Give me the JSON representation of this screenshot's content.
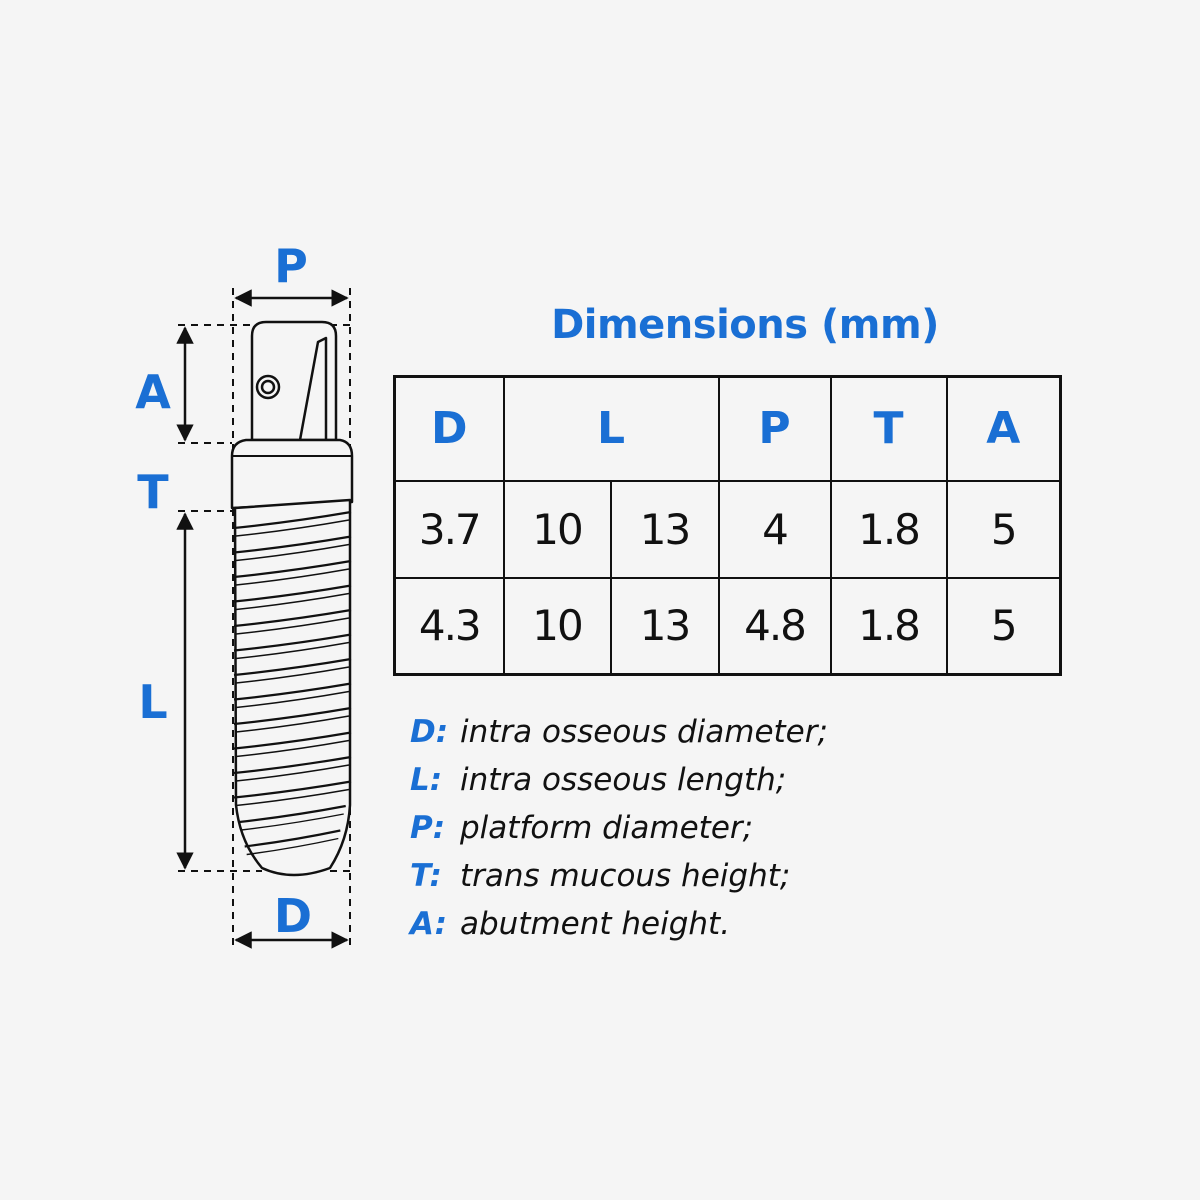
{
  "dimension_labels": {
    "platform": "P",
    "abutment": "A",
    "trans": "T",
    "length": "L",
    "diameter": "D"
  },
  "table": {
    "title": "Dimensions (mm)",
    "headers": [
      "D",
      "L",
      "P",
      "T",
      "A"
    ],
    "rows": [
      [
        "3.7",
        "10",
        "13",
        "4",
        "1.8",
        "5"
      ],
      [
        "4.3",
        "10",
        "13",
        "4.8",
        "1.8",
        "5"
      ]
    ]
  },
  "legend": [
    {
      "key": "D:",
      "text": "intra osseous diameter;"
    },
    {
      "key": "L:",
      "text": "intra osseous length;"
    },
    {
      "key": "P:",
      "text": "platform diameter;"
    },
    {
      "key": "T:",
      "text": "trans mucous height;"
    },
    {
      "key": "A:",
      "text": "abutment height."
    }
  ],
  "colors": {
    "accent": "#1a6fd4",
    "ink": "#111111",
    "background": "#f5f5f5"
  }
}
